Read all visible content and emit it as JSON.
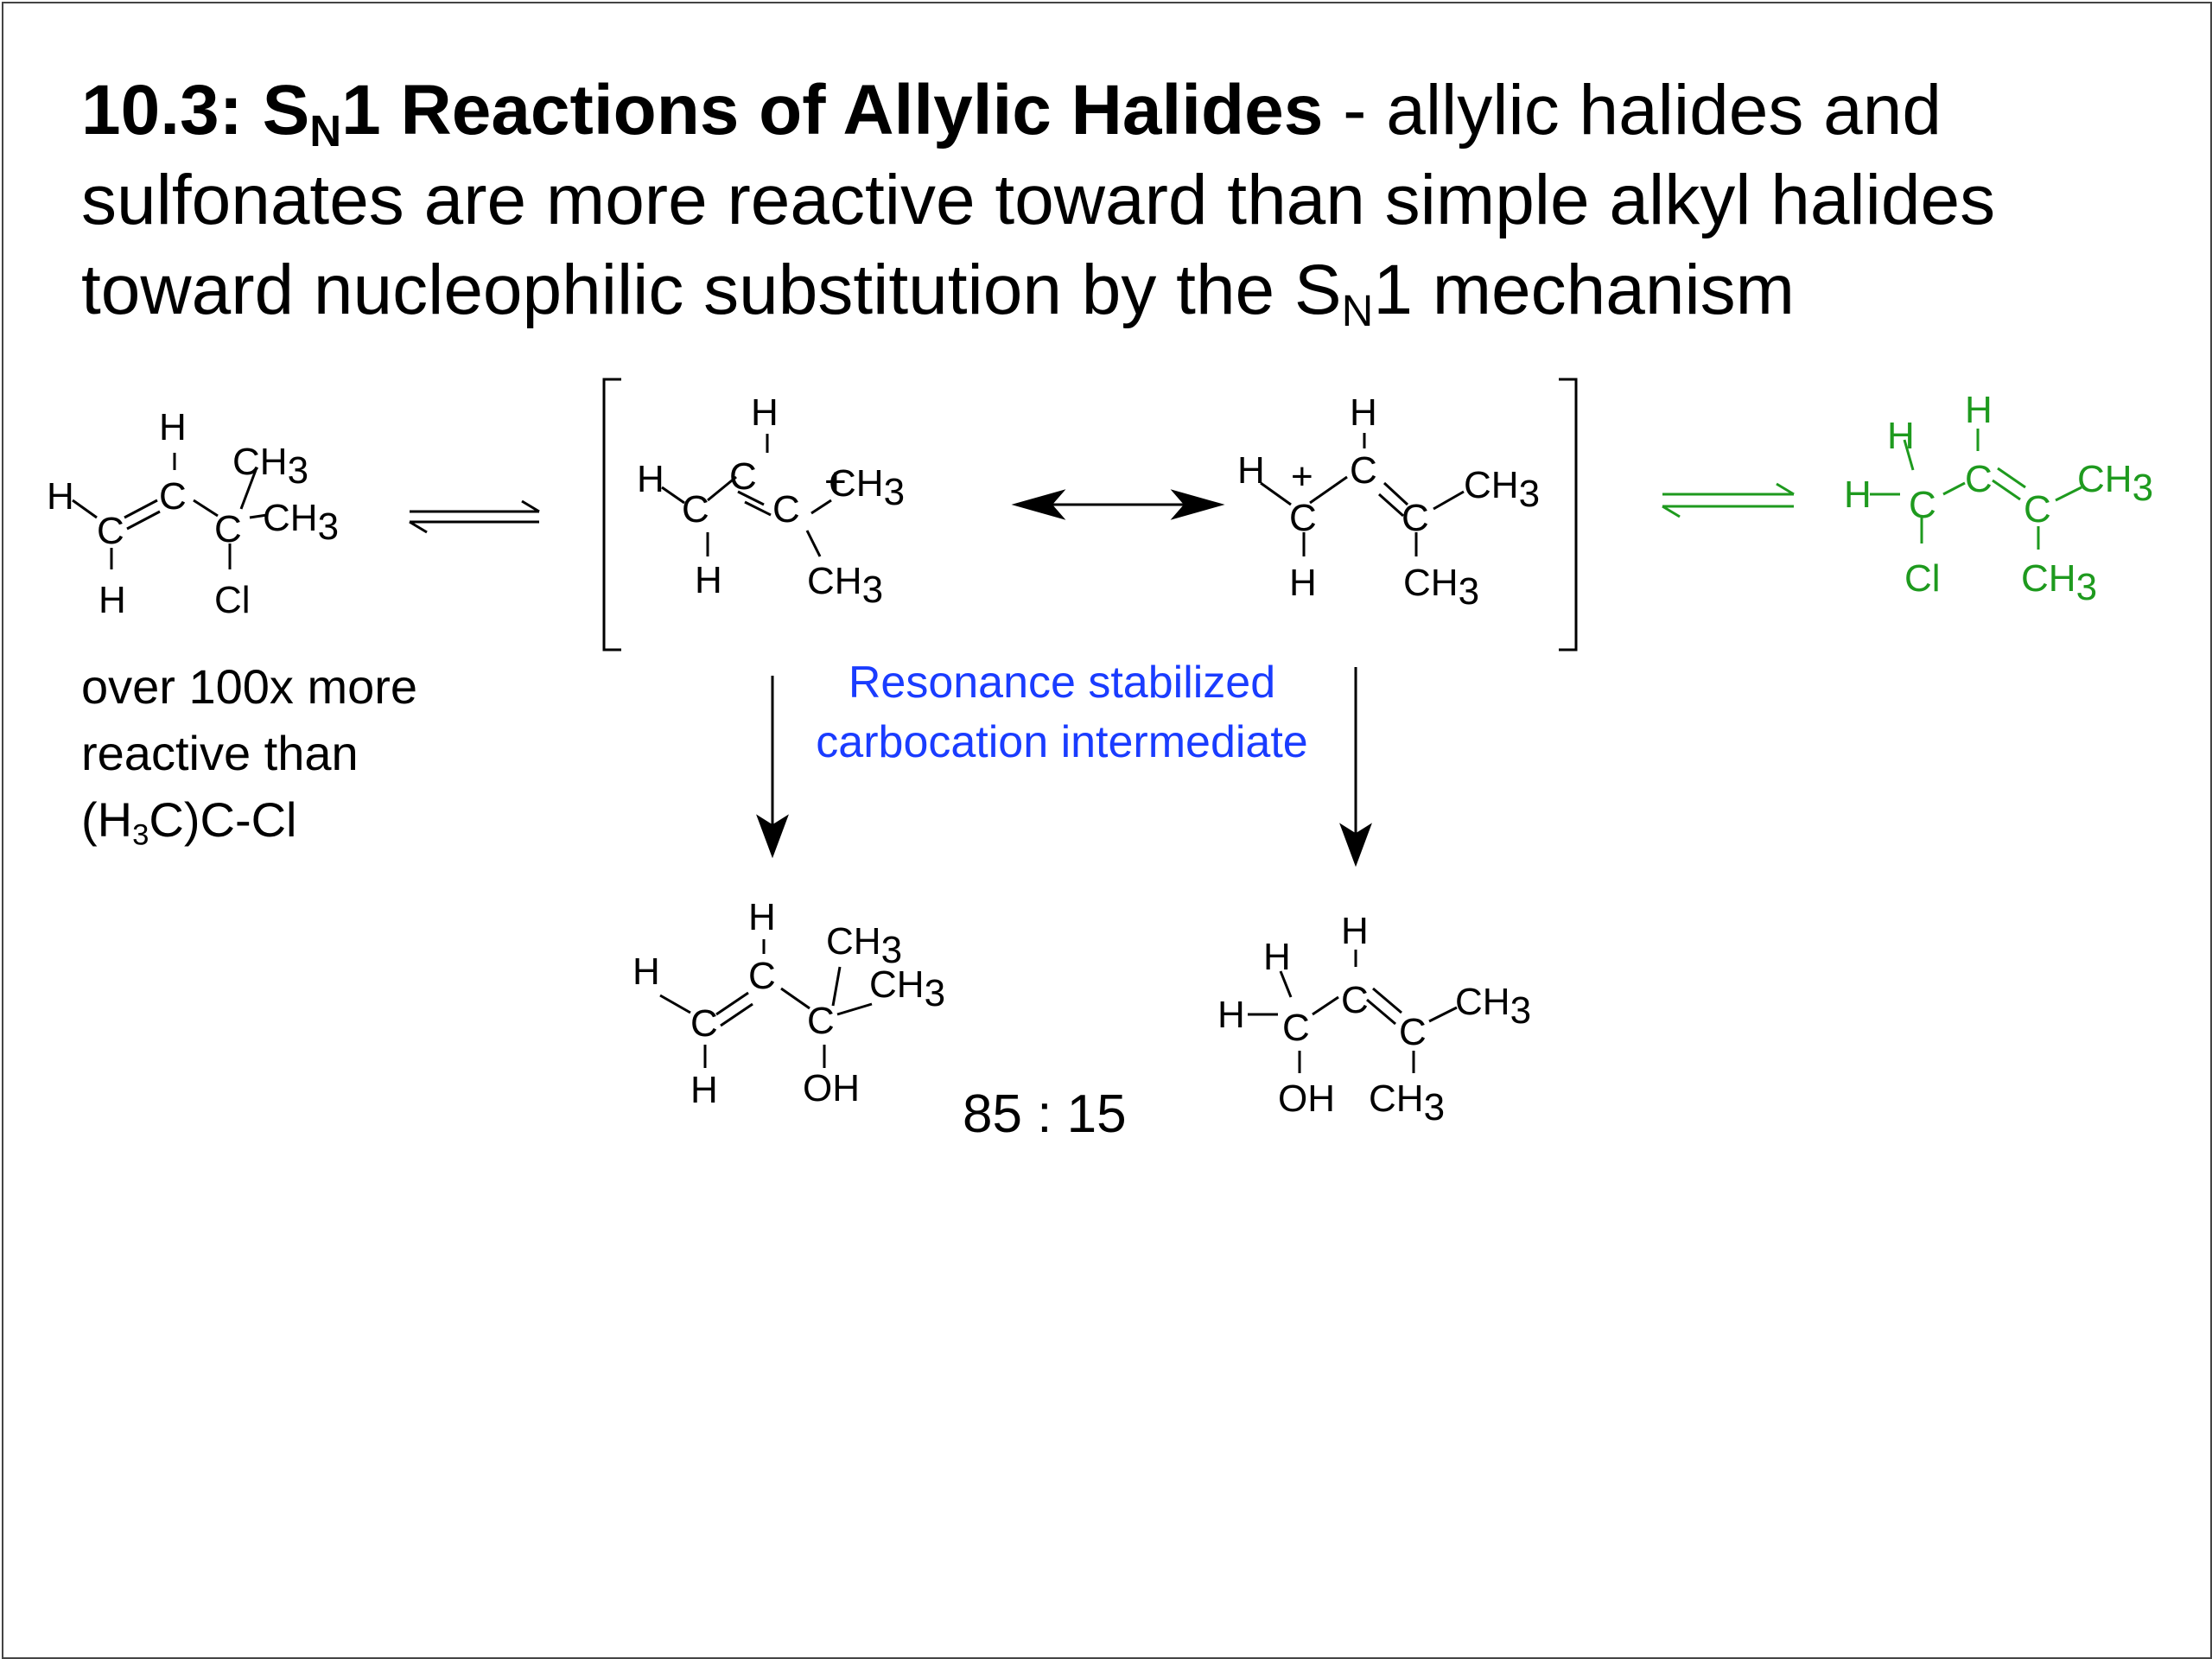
{
  "slide": {
    "heading": {
      "bold_prefix": "10.3: S",
      "bold_sub": "N",
      "bold_rest": "1 Reactions of Allylic Halides",
      "line1_rest": " - allylic halides and",
      "line2": "sulfonates are more reactive toward than simple alkyl halides",
      "line3_pre": "toward nucleophilic substitution by the S",
      "line3_sub": "N",
      "line3_post": "1 mechanism"
    },
    "note": {
      "line1": "over 100x more",
      "line2": "reactive than",
      "line3_pre": "(H",
      "line3_sub": "3",
      "line3_post": "C)C-Cl"
    },
    "intermediate_label": {
      "line1": "Resonance stabilized",
      "line2": "carbocation intermediate"
    },
    "ratio": "85 : 15",
    "atoms": {
      "H": "H",
      "C": "C",
      "Cl": "Cl",
      "OH": "OH",
      "CH": "CH",
      "sub3": "3",
      "plus": "+"
    }
  },
  "colors": {
    "text": "#000000",
    "label_blue": "#1a3cff",
    "isomer_green": "#1e9a1e"
  }
}
